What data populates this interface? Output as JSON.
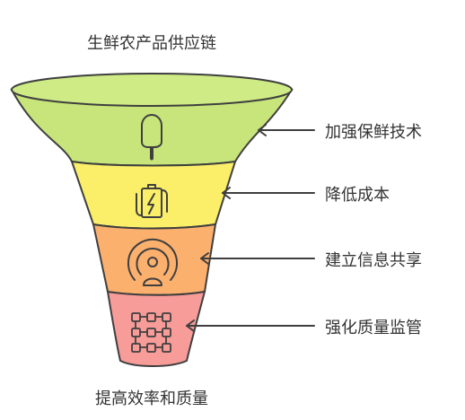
{
  "diagram": {
    "title": "生鲜农产品供应链",
    "footer": "提高效率和质量",
    "colors": {
      "stroke": "#3f3f3f",
      "layer1": "#c7e57a",
      "layer2": "#fbef6a",
      "layer3": "#fbb06e",
      "layer4": "#f79c98",
      "rim_top": "#cfeb86"
    },
    "stages": [
      {
        "label": "加强保鲜技术",
        "icon": "popsicle-icon"
      },
      {
        "label": "降低成本",
        "icon": "battery-charging-icon"
      },
      {
        "label": "建立信息共享",
        "icon": "broadcast-user-icon"
      },
      {
        "label": "强化质量监管",
        "icon": "grid-circuit-icon"
      }
    ]
  }
}
